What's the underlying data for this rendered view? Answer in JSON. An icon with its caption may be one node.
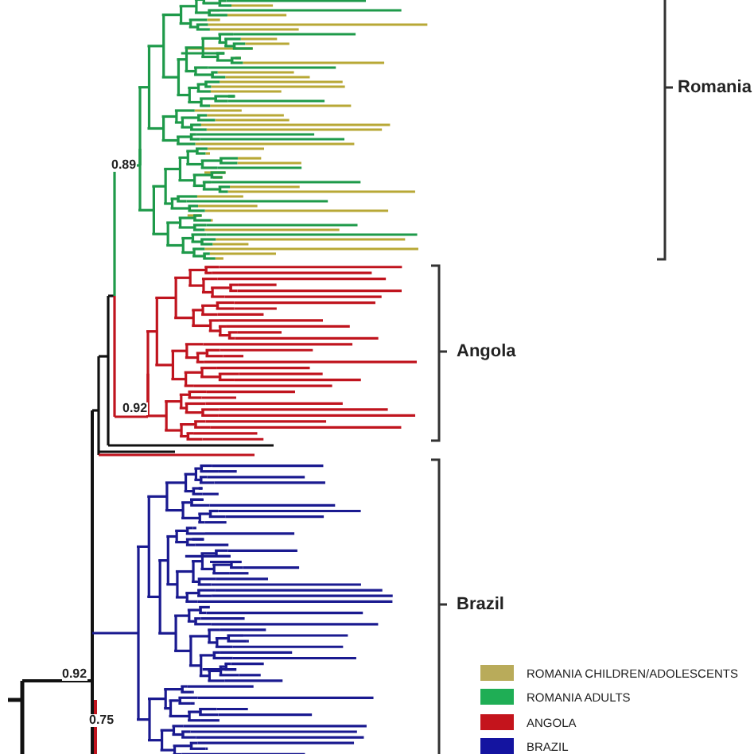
{
  "diagram": {
    "labels": [
      "Romania",
      "0.89",
      "Angola",
      "0.92",
      "Brazil",
      "0.92",
      "0.75"
    ],
    "legend": [
      {
        "text": "ROMANIA CHILDREN/ADOLESCENTS",
        "color": "#b9ab5a"
      },
      {
        "text": "ROMANIA ADULTS",
        "color": "#1fae55"
      },
      {
        "text": "ANGOLA",
        "color": "#c4141c"
      },
      {
        "text": "BRAZIL",
        "color": "#1414a0"
      }
    ]
  }
}
